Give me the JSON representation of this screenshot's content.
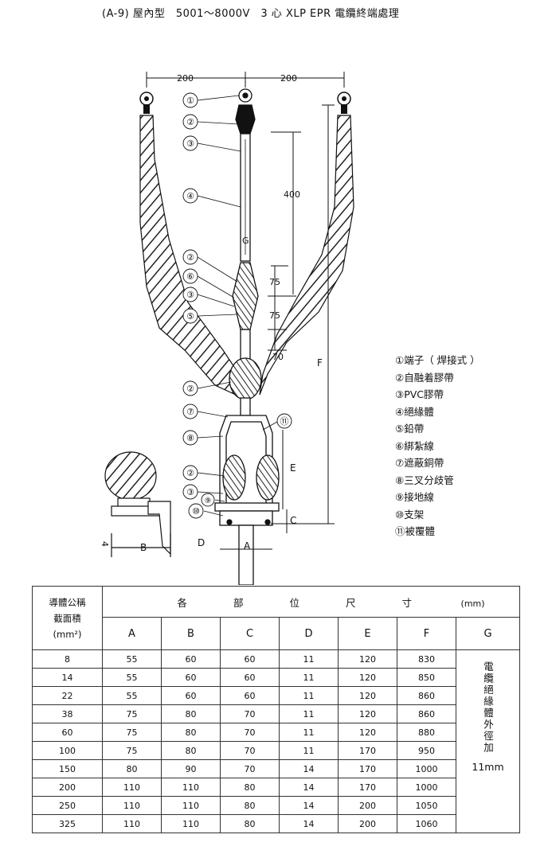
{
  "title": "(A-9) 屋內型　5001～8000V　3 心 XLP EPR 電纜終端處理",
  "diagram": {
    "dimensions": {
      "left_200": "200",
      "right_200": "200",
      "d400": "400",
      "d75a": "75",
      "d75b": "75",
      "d70": "70",
      "G": "G",
      "F": "F",
      "E": "E",
      "C": "C",
      "D": "D",
      "A": "A",
      "B": "B",
      "four": "4"
    },
    "callouts": [
      "①",
      "②",
      "③",
      "④",
      "②",
      "⑥",
      "③",
      "⑤",
      "②",
      "⑦",
      "⑧",
      "⑪",
      "②",
      "③",
      "⑨",
      "⑩"
    ]
  },
  "legend": [
    "①端子（ 焊接式 ）",
    "②自融着膠帶",
    "③PVC膠帶",
    "④絕緣體",
    "⑤鉛帶",
    "⑥綁紮線",
    "⑦遮蔽銅帶",
    "⑧三叉分歧管",
    "⑨接地線",
    "⑩支架",
    "⑪被覆體"
  ],
  "table": {
    "corner_lines": [
      "導體公稱",
      "截面積",
      "(mm²)"
    ],
    "group_header": "各部位尺寸",
    "group_unit": "(mm)",
    "columns": [
      "A",
      "B",
      "C",
      "D",
      "E",
      "F",
      "G"
    ],
    "rows": [
      [
        "8",
        "55",
        "60",
        "60",
        "11",
        "120",
        "830"
      ],
      [
        "14",
        "55",
        "60",
        "60",
        "11",
        "120",
        "850"
      ],
      [
        "22",
        "55",
        "60",
        "60",
        "11",
        "120",
        "860"
      ],
      [
        "38",
        "75",
        "80",
        "70",
        "11",
        "120",
        "860"
      ],
      [
        "60",
        "75",
        "80",
        "70",
        "11",
        "120",
        "880"
      ],
      [
        "100",
        "75",
        "80",
        "70",
        "11",
        "170",
        "950"
      ],
      [
        "150",
        "80",
        "90",
        "70",
        "14",
        "170",
        "1000"
      ],
      [
        "200",
        "110",
        "110",
        "80",
        "14",
        "170",
        "1000"
      ],
      [
        "250",
        "110",
        "110",
        "80",
        "14",
        "200",
        "1050"
      ],
      [
        "325",
        "110",
        "110",
        "80",
        "14",
        "200",
        "1060"
      ]
    ],
    "g_note_vertical": "電纜絕緣體外徑加",
    "g_note_unit": "11mm"
  }
}
